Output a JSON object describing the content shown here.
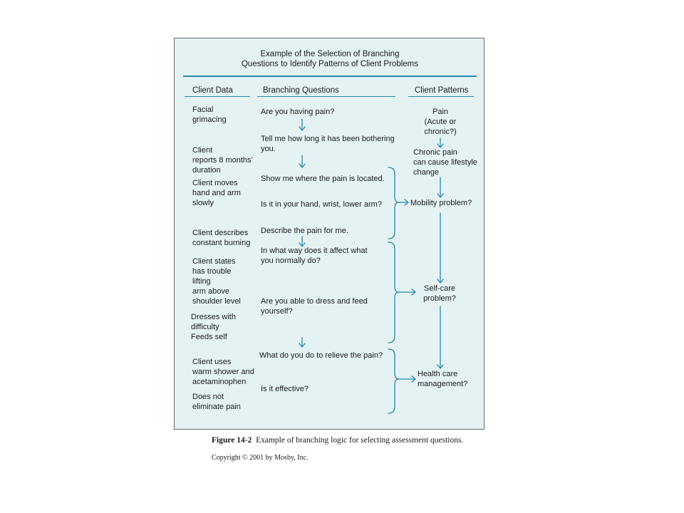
{
  "figure": {
    "title": "Example of the Selection of Branching\nQuestions to Identify Patterns of Client Problems",
    "headers": {
      "client_data": "Client Data",
      "branching_questions": "Branching Questions",
      "client_patterns": "Client Patterns"
    },
    "client_data": [
      "Facial\ngrimacing",
      "Client\nreports 8 months’\nduration",
      "Client moves\nhand and arm\nslowly",
      "Client describes\nconstant burning",
      "Client states\nhas trouble\nlifting\narm above\nshoulder level",
      "Dresses with\ndifficulty\nFeeds self",
      "Client uses\nwarm shower and\nacetaminophen",
      "Does not\neliminate pain"
    ],
    "branching_questions": [
      "Are you having pain?",
      "Tell me how long it has been bothering\nyou.",
      "Show me where the pain is located.",
      "Is it in your hand, wrist, lower arm?",
      "Describe the pain for me.",
      "In what way does it affect what\nyou normally do?",
      "Are you able to dress and feed\nyourself?",
      "What do you do to relieve the pain?",
      "Is it effective?"
    ],
    "client_patterns": [
      "Pain\n(Acute or\nchronic?)",
      "Chronic pain\ncan cause lifestyle\nchange",
      "Mobility problem?",
      "Self-care\nproblem?",
      "Health care\nmanagement?"
    ],
    "colors": {
      "background": "#e4f2f4",
      "rule": "#2c87a8",
      "arrow": "#2c87a8"
    }
  },
  "caption": {
    "label": "Figure 14-2",
    "text": "Example of branching logic for selecting assessment questions."
  },
  "copyright": "Copyright © 2001 by Mosby, Inc."
}
